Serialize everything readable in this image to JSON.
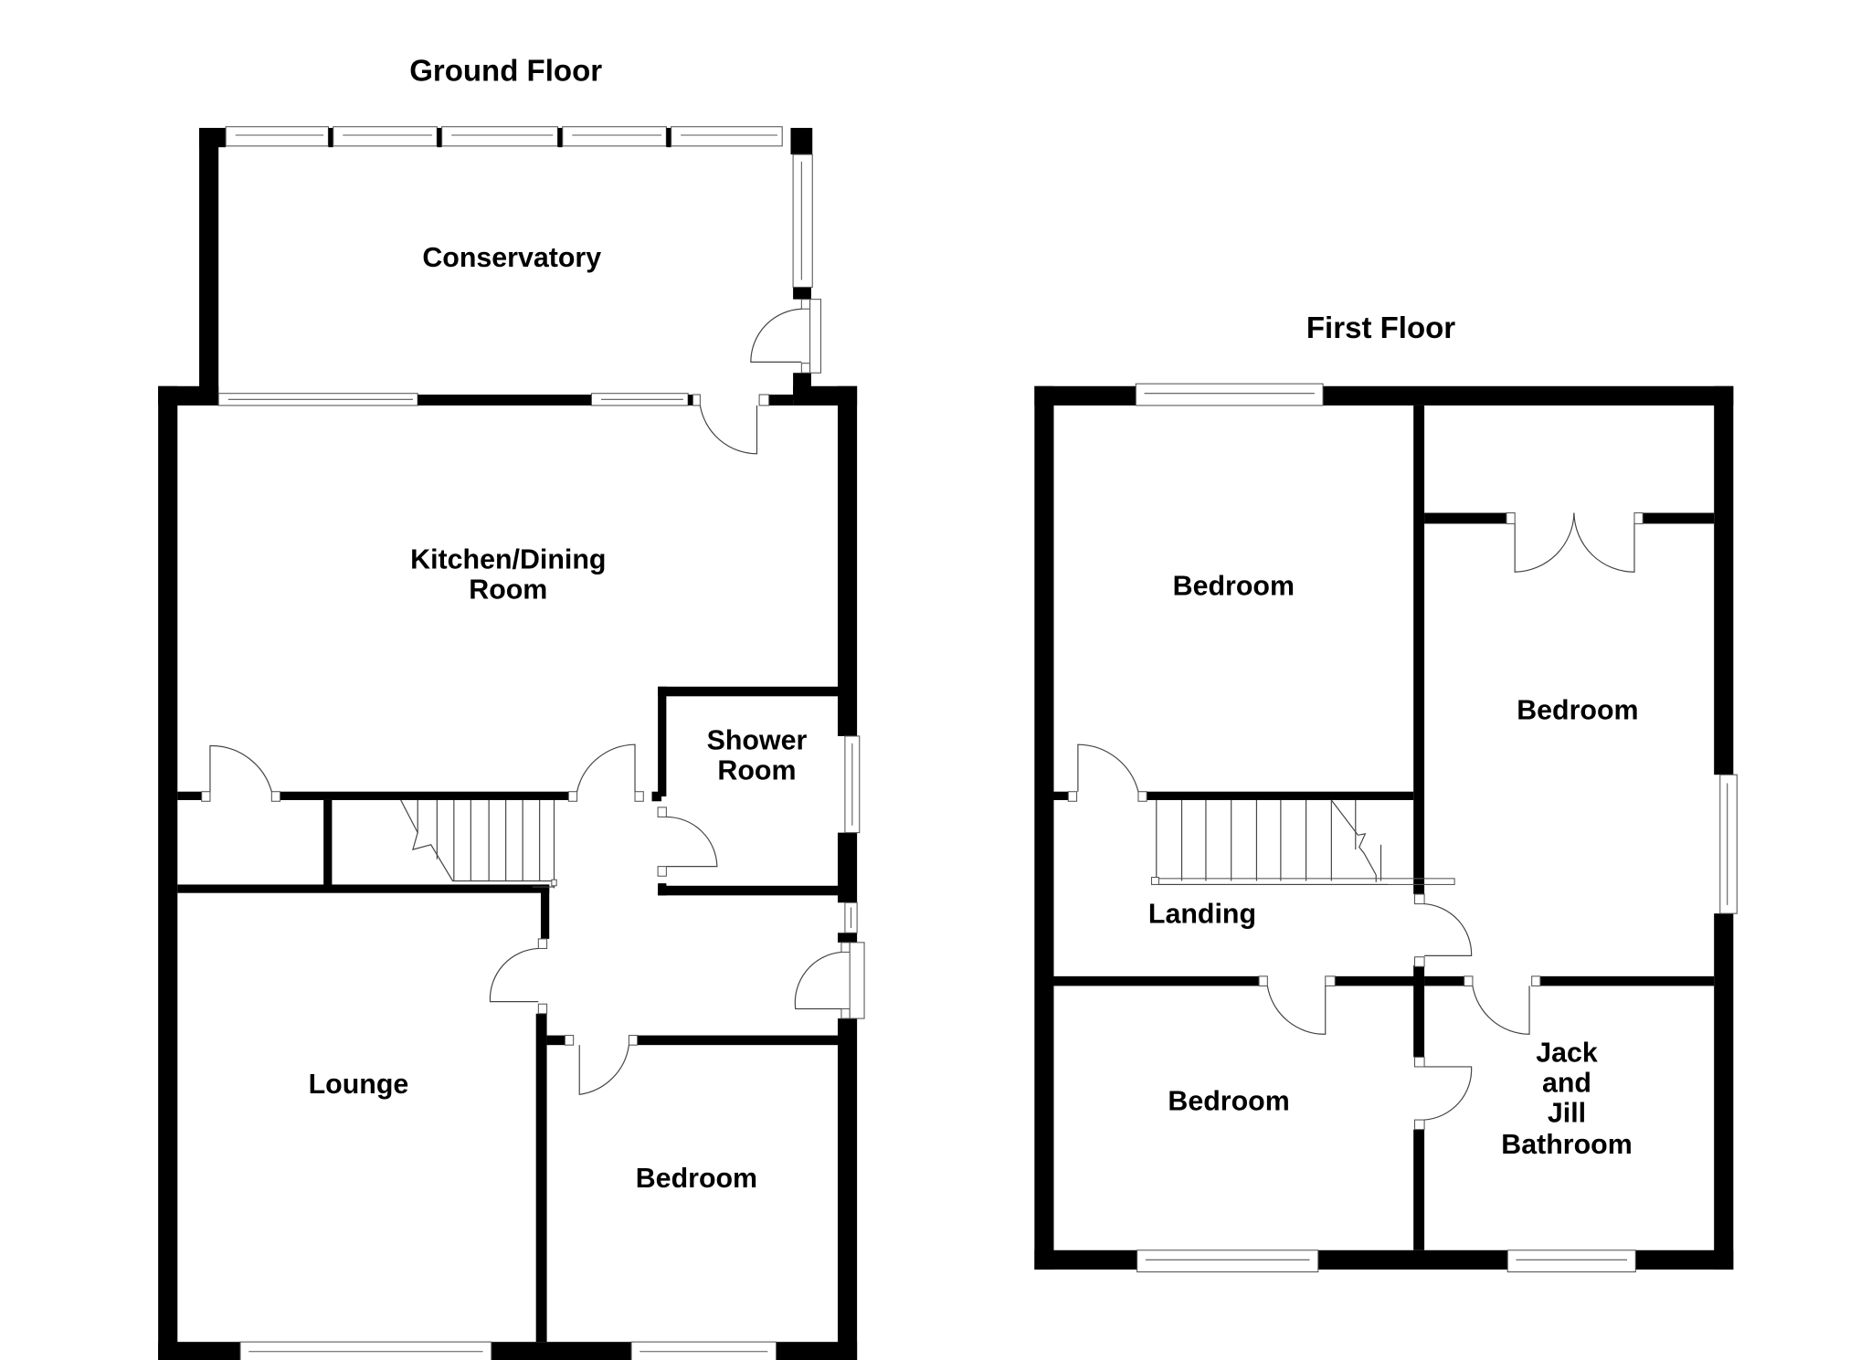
{
  "floors": [
    {
      "title": "Ground Floor",
      "rooms": [
        {
          "label_lines": [
            "Conservatory"
          ]
        },
        {
          "label_lines": [
            "Kitchen/Dining",
            "Room"
          ]
        },
        {
          "label_lines": [
            "Shower",
            "Room"
          ]
        },
        {
          "label_lines": [
            "Lounge"
          ]
        },
        {
          "label_lines": [
            "Bedroom"
          ]
        }
      ]
    },
    {
      "title": "First Floor",
      "rooms": [
        {
          "label_lines": [
            "Bedroom"
          ]
        },
        {
          "label_lines": [
            "Bedroom"
          ]
        },
        {
          "label_lines": [
            "Landing"
          ]
        },
        {
          "label_lines": [
            "Bedroom"
          ]
        },
        {
          "label_lines": [
            "Jack",
            "and",
            "Jill",
            "Bathroom"
          ]
        }
      ]
    }
  ],
  "colors": {
    "wall": "#000000",
    "background": "#ffffff",
    "fixture_line": "#555555"
  }
}
